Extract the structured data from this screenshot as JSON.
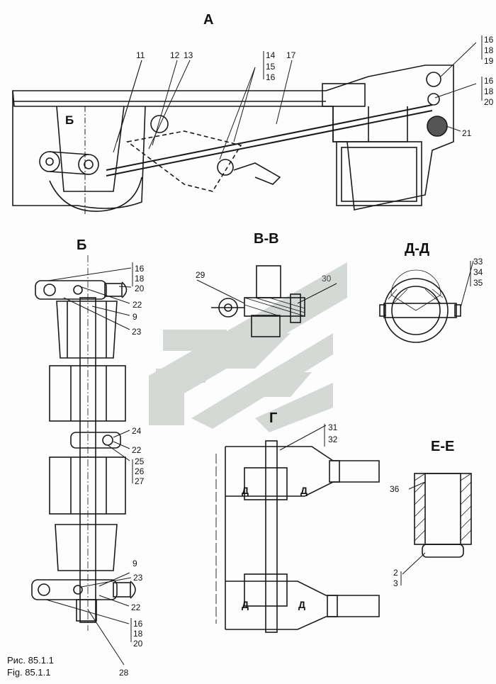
{
  "views": {
    "A": "А",
    "B": "Б",
    "VV": "В-В",
    "DD": "Д-Д",
    "G": "Г",
    "EE": "Е-Е"
  },
  "markers": {
    "b_view": "Б",
    "d": "Д"
  },
  "callouts": {
    "n2": "2",
    "n3": "3",
    "n9": "9",
    "n11": "11",
    "n12": "12",
    "n13": "13",
    "n14": "14",
    "n15": "15",
    "n16": "16",
    "n17": "17",
    "n18": "18",
    "n19": "19",
    "n20": "20",
    "n21": "21",
    "n22": "22",
    "n23": "23",
    "n24": "24",
    "n25": "25",
    "n26": "26",
    "n27": "27",
    "n28": "28",
    "n29": "29",
    "n30": "30",
    "n31": "31",
    "n32": "32",
    "n33": "33",
    "n34": "34",
    "n35": "35",
    "n36": "36"
  },
  "caption": {
    "ru": "Рис. 85.1.1",
    "en": "Fig. 85.1.1"
  },
  "colors": {
    "line": "#1a1a1a",
    "watermark": "#c8d0cc"
  }
}
